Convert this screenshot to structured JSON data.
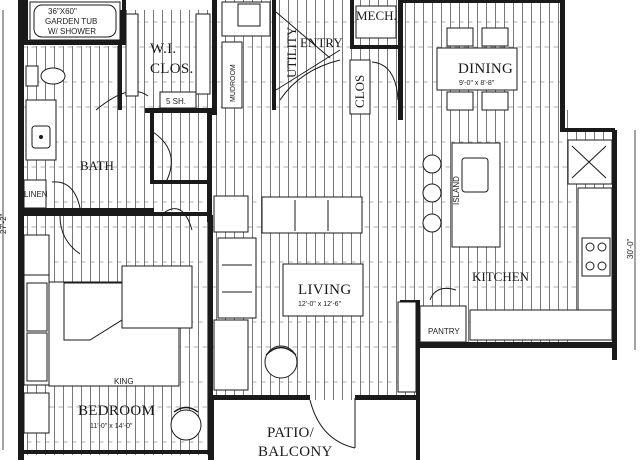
{
  "rooms": {
    "garden_tub": {
      "line1": "36\"X60\"",
      "line2": "GARDEN TUB",
      "line3": "W/ SHOWER"
    },
    "wi_closet": {
      "line1": "W.I.",
      "line2": "CLOS.",
      "shelf": "5 SH."
    },
    "mudroom": {
      "label": "MUDROOM"
    },
    "utility": {
      "label": "UTILITY"
    },
    "entry": {
      "label": "ENTRY"
    },
    "mech": {
      "label": "MECH."
    },
    "clos": {
      "label": "CLOS"
    },
    "dining": {
      "label": "DINING",
      "dims": "9'-0\" x 8'-8\""
    },
    "bath": {
      "label": "BATH"
    },
    "linen": {
      "label": "LINEN"
    },
    "island": {
      "label": "ISLAND"
    },
    "living": {
      "label": "LIVING",
      "dims": "12'-0\" x 12'-6\""
    },
    "kitchen": {
      "label": "KITCHEN"
    },
    "pantry": {
      "label": "PANTRY"
    },
    "bedroom": {
      "label": "BEDROOM",
      "dims": "11'-0\" x 14'-0\"",
      "bed": "KING"
    },
    "patio": {
      "line1": "PATIO/",
      "line2": "BALCONY"
    }
  },
  "dimensions": {
    "left_side": "27'-2\"",
    "right_side": "30'-0\""
  },
  "colors": {
    "line": "#1a1a1a",
    "background": "#ffffff"
  }
}
